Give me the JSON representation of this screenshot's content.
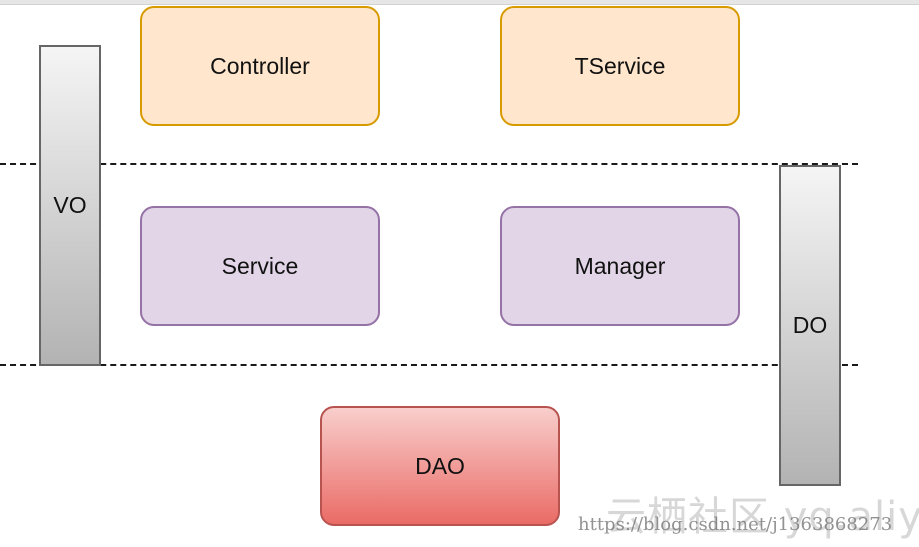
{
  "diagram": {
    "nodes": {
      "controller": "Controller",
      "tservice": "TService",
      "service": "Service",
      "manager": "Manager",
      "dao": "DAO",
      "vo": "VO",
      "do": "DO"
    },
    "colors": {
      "orange_fill": "#ffe6cc",
      "orange_stroke": "#d79b00",
      "purple_fill": "#e1d5e7",
      "purple_stroke": "#9673a6",
      "red_fill_top": "#f8cecc",
      "red_fill_bottom": "#ea6b66",
      "red_stroke": "#b85450",
      "gray_stroke": "#666666"
    }
  },
  "watermark": {
    "site_text": "云栖社区 yq.aliyun.com",
    "url_text": "https://blog.csdn.net/j1363868273"
  }
}
